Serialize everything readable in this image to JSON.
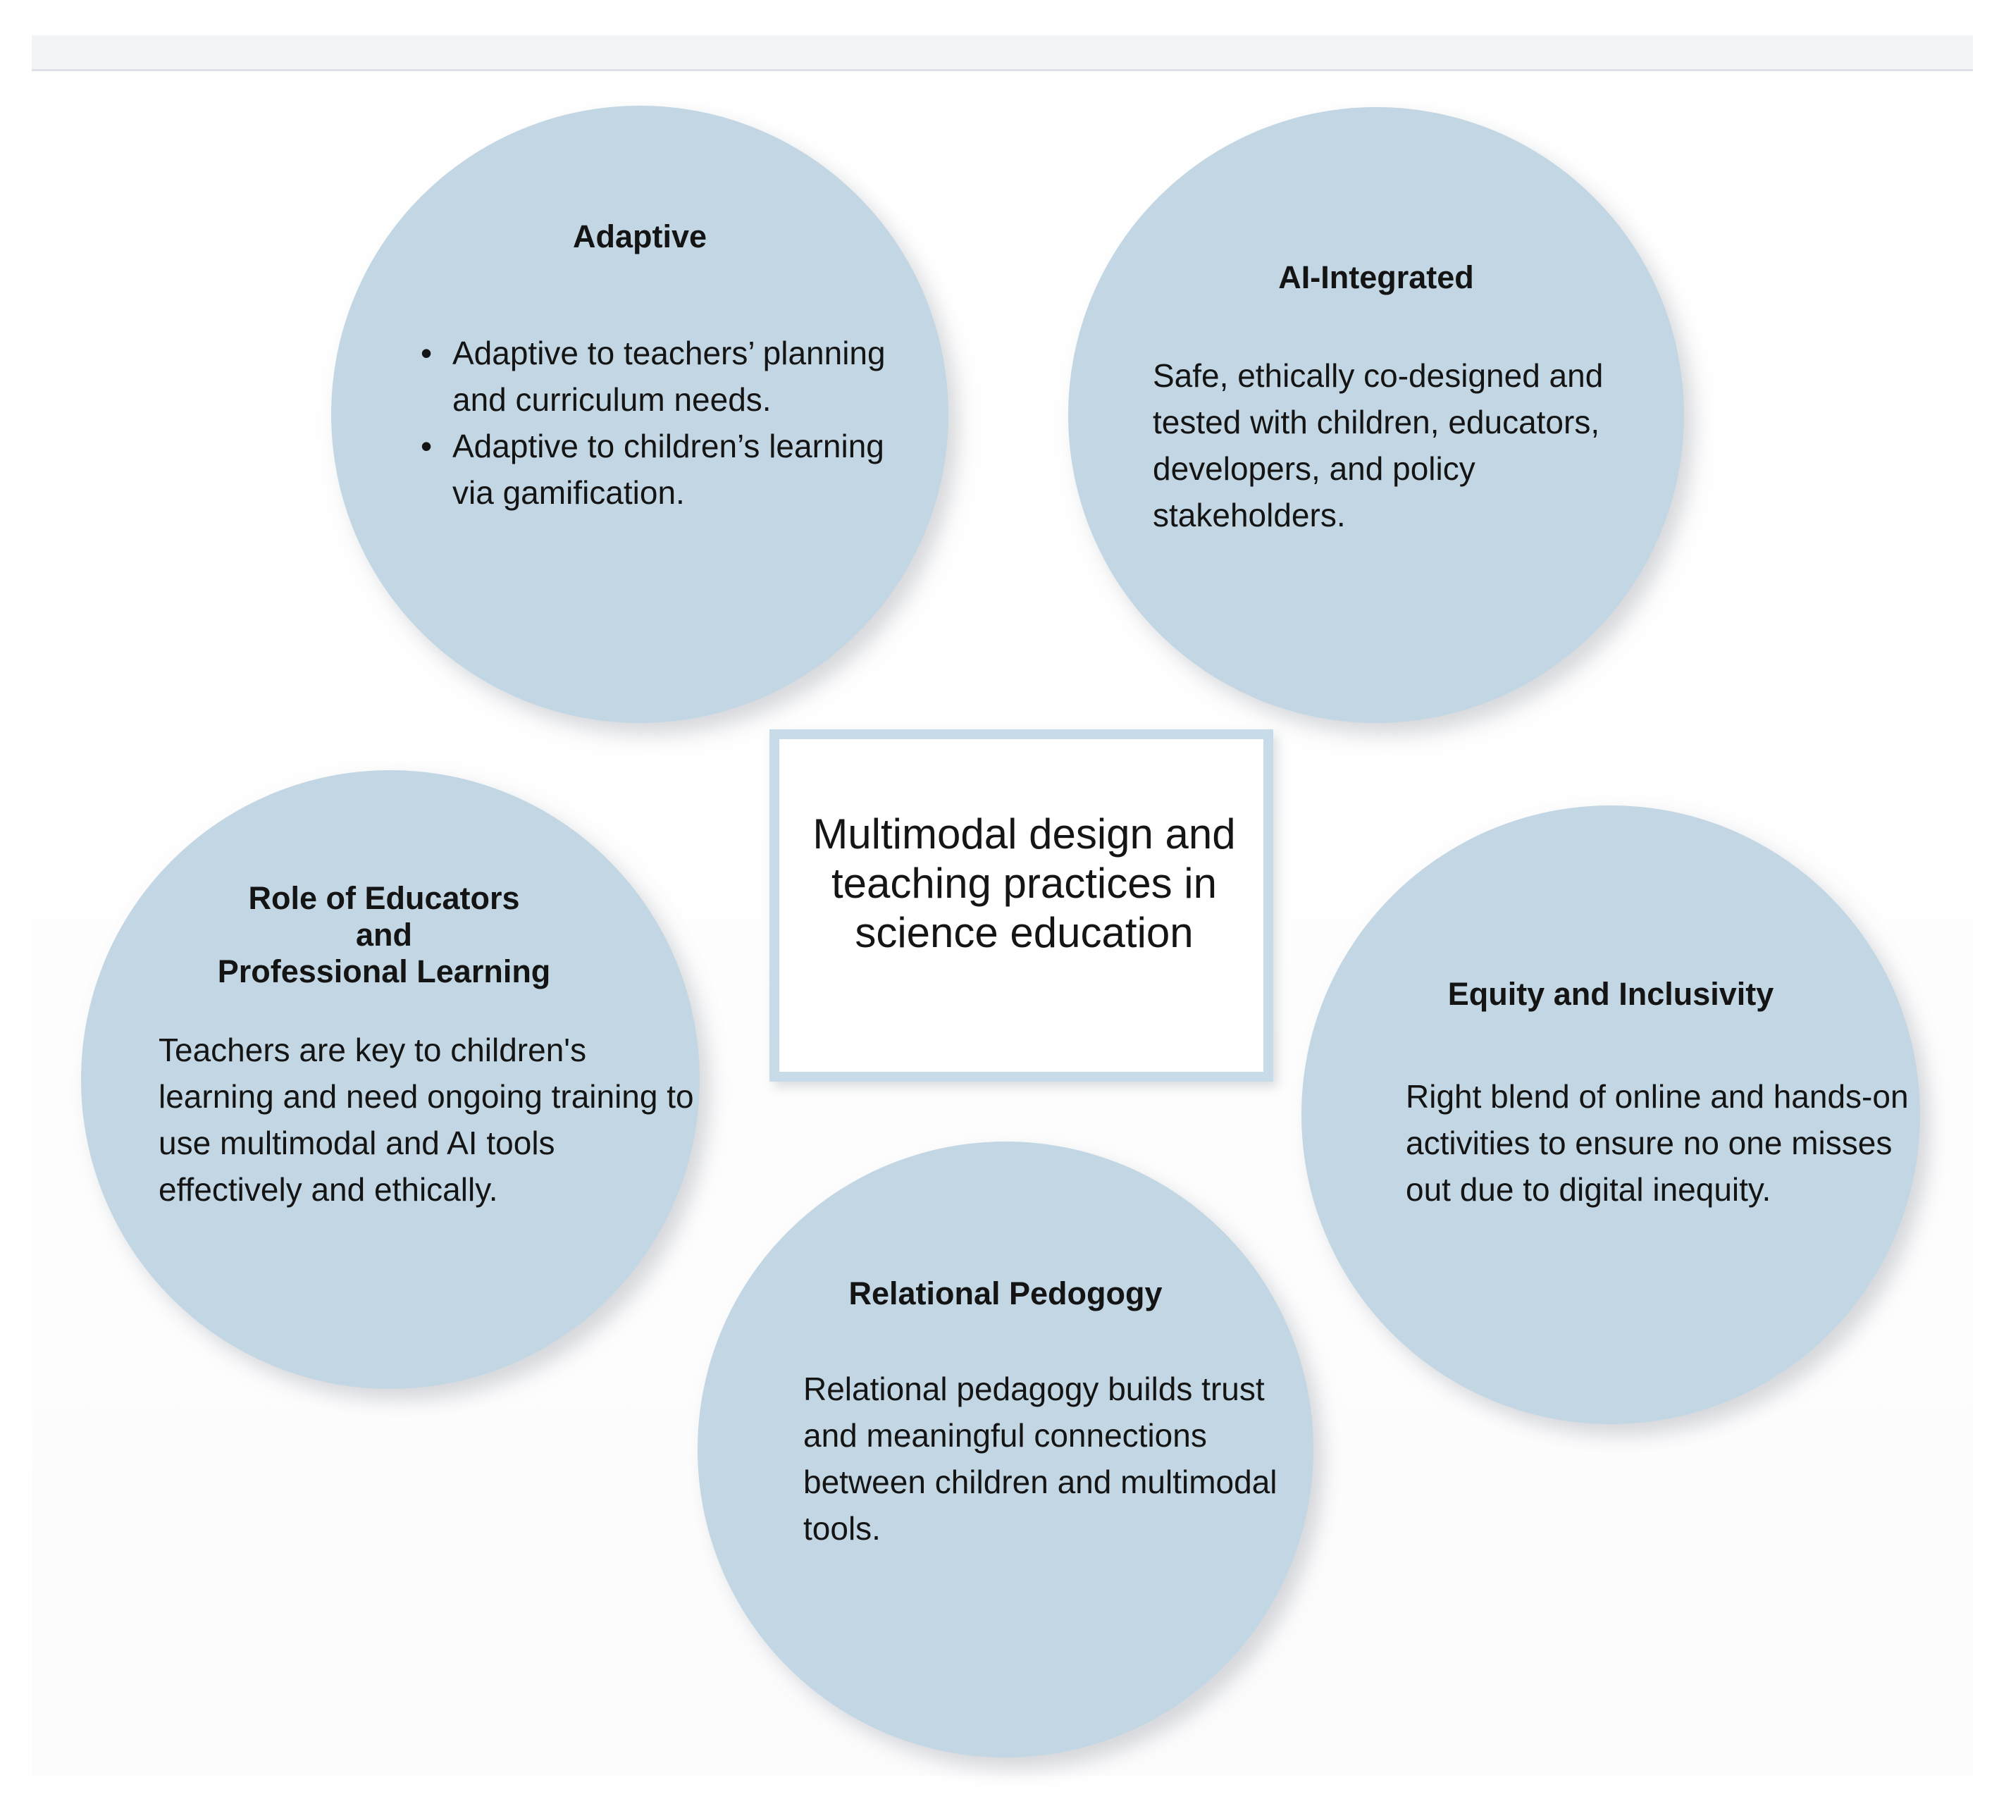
{
  "center": {
    "text": "Multimodal design and teaching practices in science education"
  },
  "nodes": {
    "adaptive": {
      "title": "Adaptive",
      "bullets": [
        "Adaptive to teachers’ planning and curriculum needs.",
        "Adaptive to children’s learning via gamification."
      ]
    },
    "ai_integrated": {
      "title": "AI-Integrated",
      "text": "Safe, ethically co-designed and tested with children, educators, developers, and policy stakeholders."
    },
    "role_of_educators": {
      "title_lines": [
        "Role of Educators",
        "and",
        "Professional Learning"
      ],
      "text": "Teachers are key to children's learning and need ongoing training to use multimodal and AI tools effectively and ethically."
    },
    "equity": {
      "title": "Equity and Inclusivity",
      "text": "Right blend of online and hands-on activities to ensure no one misses out due to digital inequity."
    },
    "relational": {
      "title": "Relational Pedogogy",
      "text": "Relational pedagogy builds trust and meaningful connections between children and multimodal tools."
    }
  },
  "icons": {
    "bullet": "•"
  },
  "colors": {
    "circle_fill": "#c2d7e3",
    "center_border": "#c7dbe8",
    "text": "#141414",
    "background": "#ffffff"
  }
}
